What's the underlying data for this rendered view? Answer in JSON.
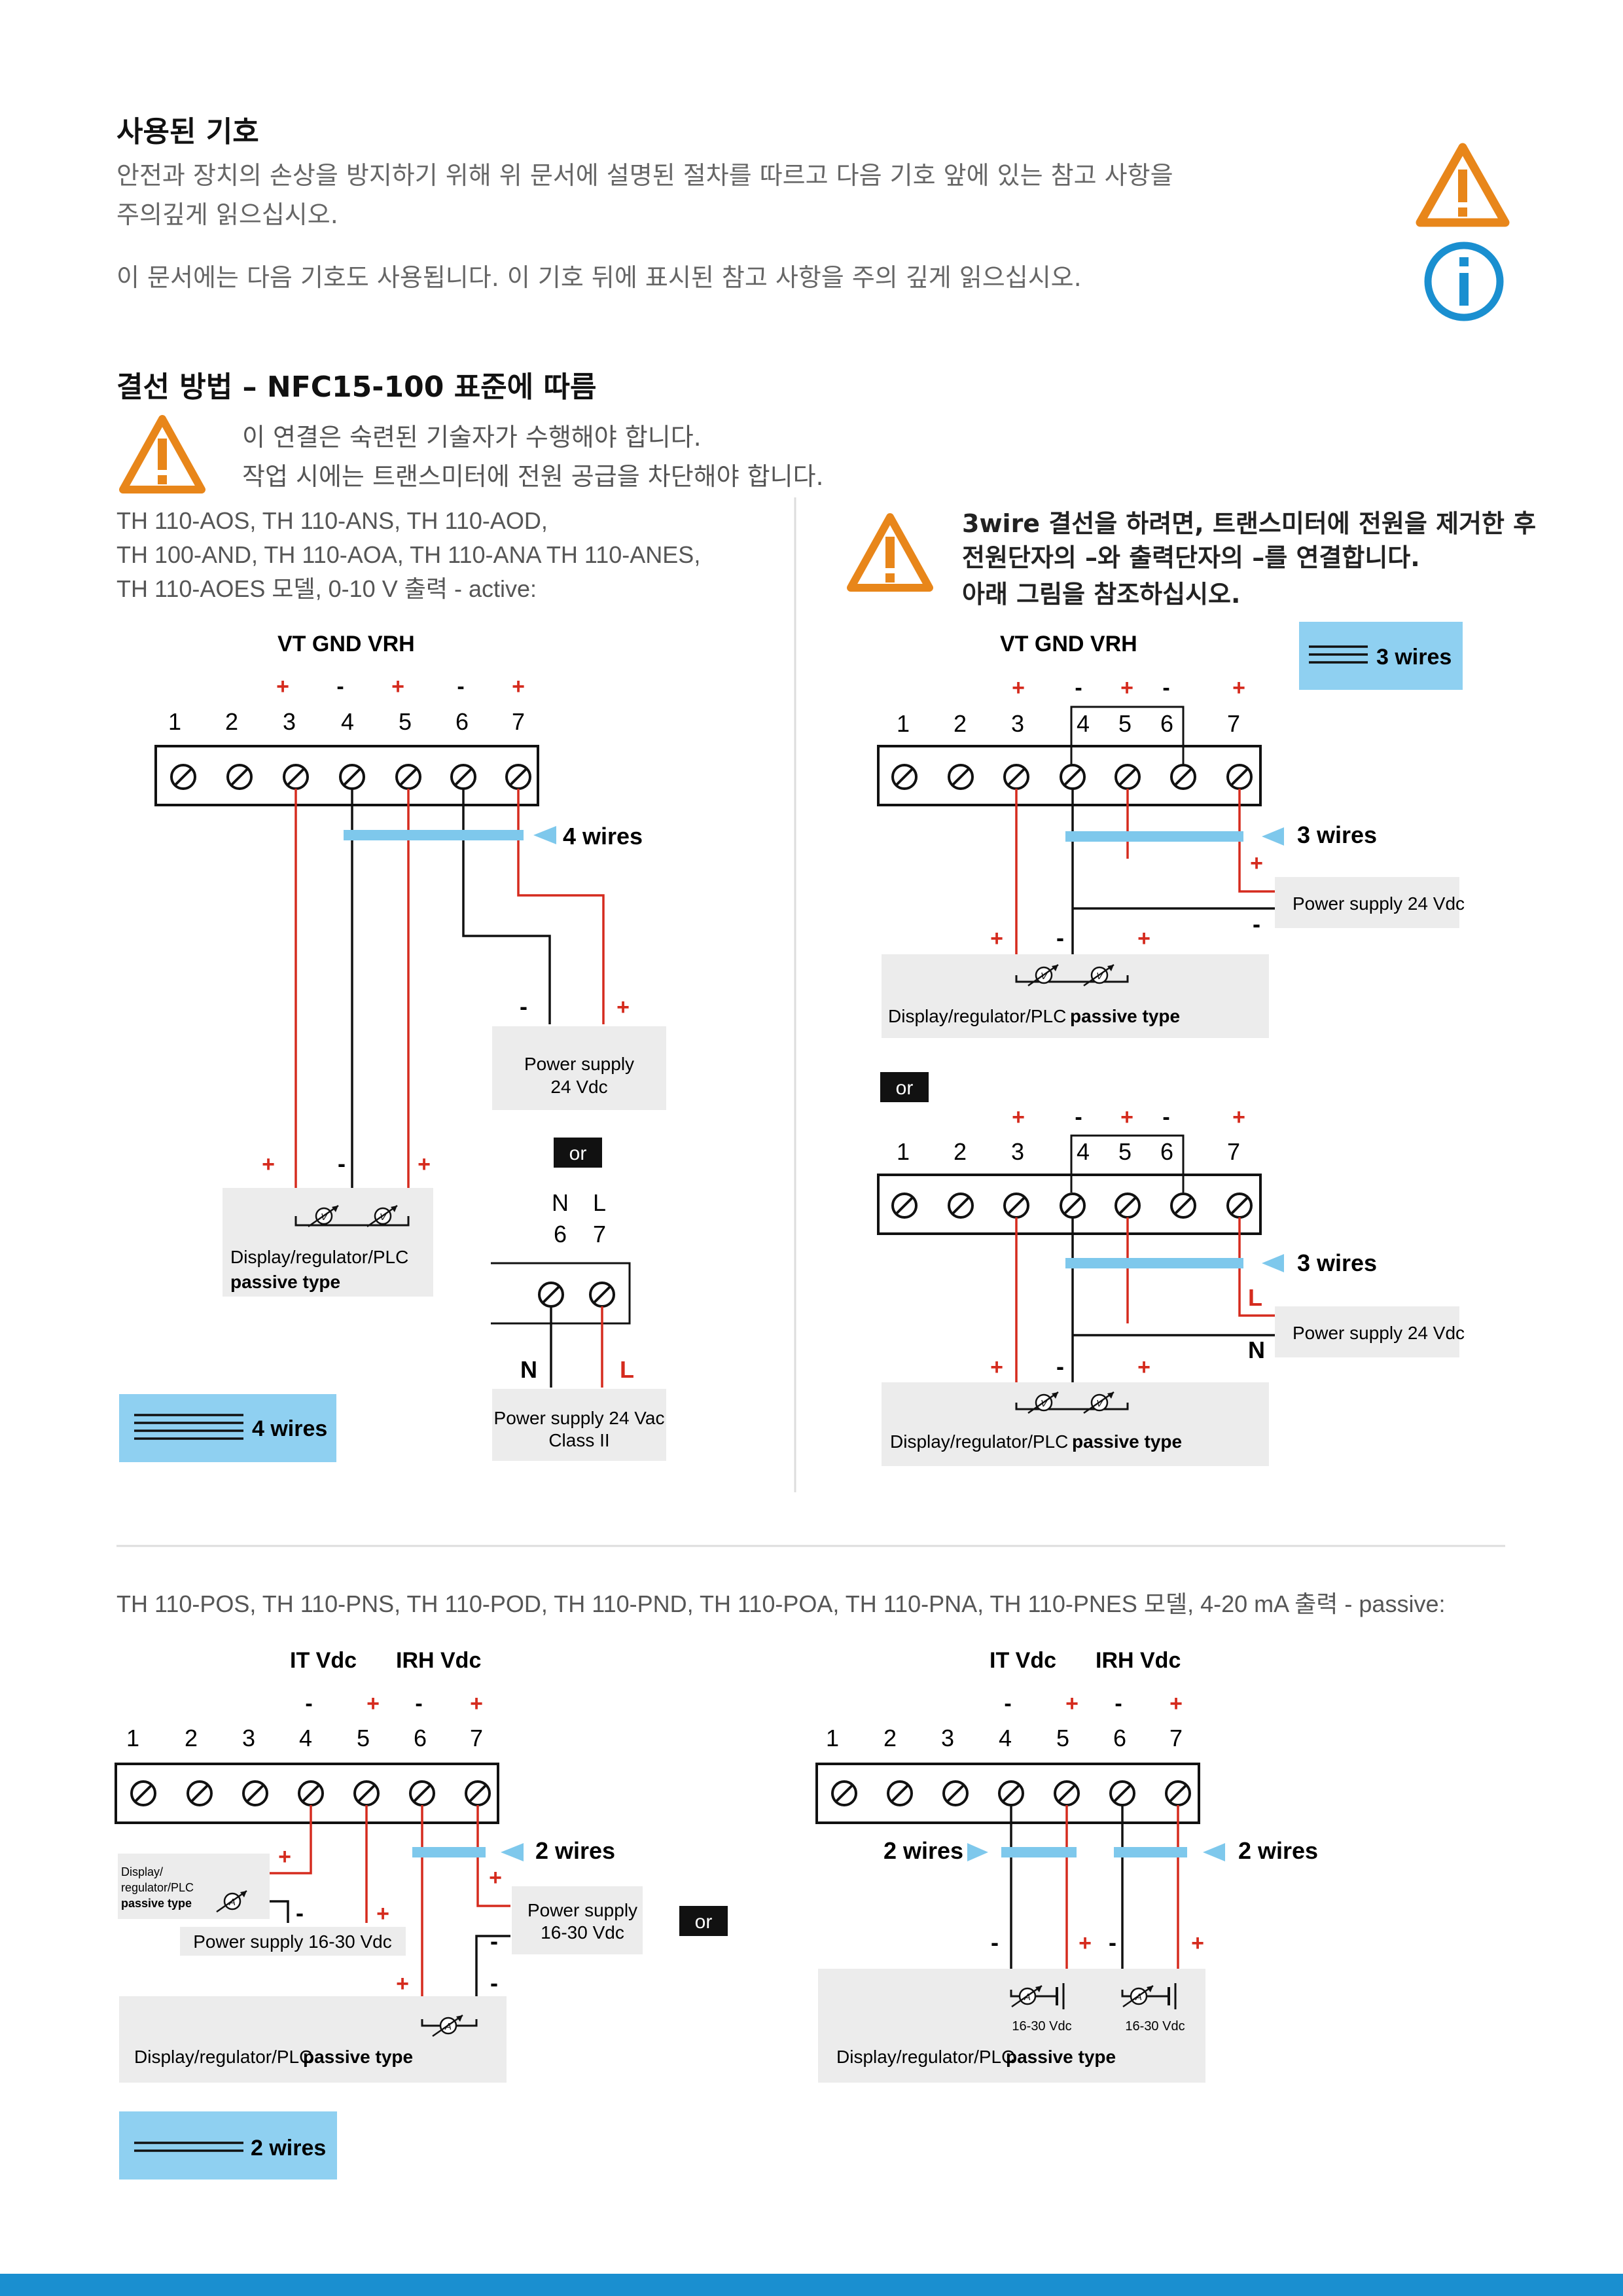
{
  "symbols": {
    "title": "사용된 기호",
    "para1_line1": "안전과 장치의 손상을 방지하기 위해 위 문서에 설명된 절차를 따르고 다음 기호 앞에 있는 참고 사항을",
    "para1_line2": "주의깊게 읽으십시오.",
    "para2": "이 문서에는 다음 기호도 사용됩니다. 이 기호 뒤에 표시된 참고 사항을 주의 깊게 읽으십시오."
  },
  "wiring": {
    "title": "결선 방법 –  NFC15-100 표준에 따름",
    "warn_line1": "이 연결은 숙련된 기술자가 수행해야 합니다.",
    "warn_line2": "작업 시에는 트랜스미터에 전원 공급을 차단해야 합니다.",
    "models_voltage": [
      "TH 110-AOS, TH 110-ANS, TH 110-AOD,",
      "TH 100-AND, TH 110-AOA, TH 110-ANA TH 110-ANES,",
      "TH 110-AOES 모델, 0-10 V 출력 - active:"
    ],
    "three_wire_note": [
      "3wire 결선을 하려면, 트랜스미터에 전원을 제거한 후",
      "전원단자의 –와 출력단자의 –를 연결합니다.",
      "아래 그림을 참조하십시오."
    ],
    "models_current": "TH 110-POS, TH 110-PNS, TH 110-POD, TH 110-PND, TH 110-POA, TH 110-PNA, TH 110-PNES 모델, 4-20 mA 출력 - passive:"
  },
  "diagram": {
    "terminals": [
      "1",
      "2",
      "3",
      "4",
      "5",
      "6",
      "7"
    ],
    "vt_gnd_vrh": "VT GND  VRH",
    "it_vdc": "IT  Vdc",
    "irh_vdc": "IRH  Vdc",
    "plus": "+",
    "minus": "-",
    "four_wires": "4 wires",
    "three_wires": "3 wires",
    "two_wires": "2 wires",
    "or": "or",
    "power_24vdc_l1": "Power supply",
    "power_24vdc_l2": "24 Vdc",
    "power_24vdc_inline": "Power supply 24 Vdc",
    "power_24vac_l1": "Power supply 24 Vac",
    "power_24vac_l2": "Class II",
    "power_1630_l1": "Power supply",
    "power_1630_l2": "16-30 Vdc",
    "power_1630_inline": "Power supply 16-30 Vdc",
    "display_l1": "Display/regulator/PLC",
    "passive_type": "passive type",
    "display_inline": "Display/regulator/PLC ",
    "display_small_l1": "Display/",
    "display_small_l2": "regulator/PLC",
    "vdc_1630": "16-30 Vdc",
    "N": "N",
    "L": "L",
    "six": "6",
    "seven": "7",
    "V": "V",
    "A": "A"
  },
  "colors": {
    "warning": "#e8861a",
    "info": "#1a8fd0",
    "wire_red": "#d52b1e",
    "cable_blue": "#7ec8ec",
    "legend_bg": "#8fd0f1",
    "box_gray": "#ececec"
  }
}
